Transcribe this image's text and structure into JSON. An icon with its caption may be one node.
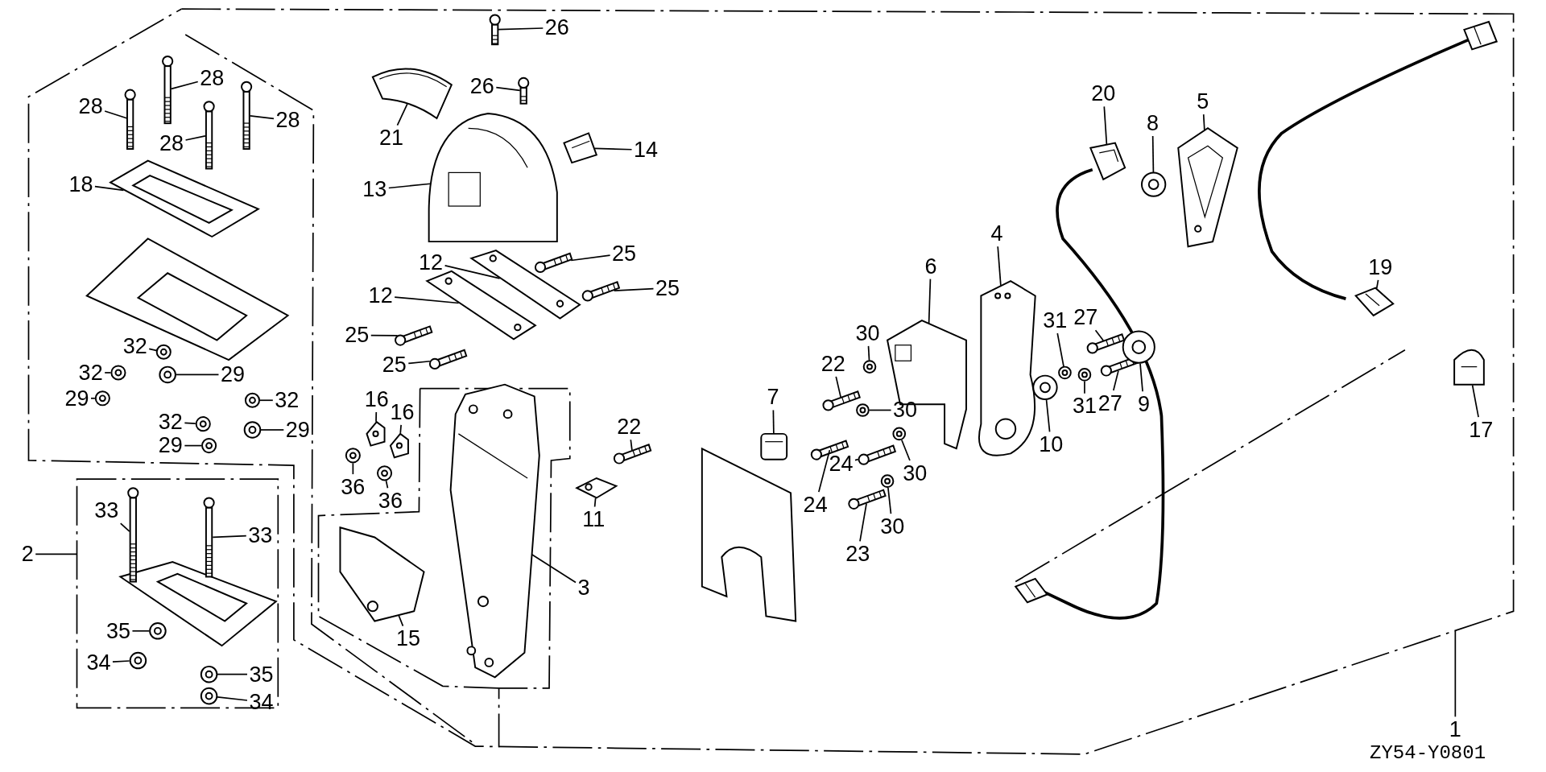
{
  "diagram": {
    "nodes": [
      {
        "text": [
          "26"
        ]
      },
      {
        "text": [
          "26"
        ]
      },
      {
        "text": [
          "28"
        ]
      },
      {
        "text": [
          "28"
        ]
      },
      {
        "text": [
          "28"
        ]
      },
      {
        "text": [
          "28"
        ]
      },
      {
        "text": [
          "21"
        ]
      },
      {
        "text": [
          "14"
        ]
      },
      {
        "text": [
          "20"
        ]
      },
      {
        "text": [
          "5"
        ]
      },
      {
        "text": [
          "8"
        ]
      },
      {
        "text": [
          "18"
        ]
      },
      {
        "text": [
          "13"
        ]
      },
      {
        "text": [
          "4"
        ]
      },
      {
        "text": [
          "12"
        ]
      },
      {
        "text": [
          "25"
        ]
      },
      {
        "text": [
          "6"
        ]
      },
      {
        "text": [
          "19"
        ]
      },
      {
        "text": [
          "25"
        ]
      },
      {
        "text": [
          "12"
        ]
      },
      {
        "text": [
          "30"
        ]
      },
      {
        "text": [
          "31"
        ]
      },
      {
        "text": [
          "27"
        ]
      },
      {
        "text": [
          "25"
        ]
      },
      {
        "text": [
          "32"
        ]
      },
      {
        "text": [
          "22"
        ]
      },
      {
        "text": [
          "25"
        ]
      },
      {
        "text": [
          "32"
        ]
      },
      {
        "text": [
          "29"
        ]
      },
      {
        "text": [
          "7"
        ]
      },
      {
        "text": [
          "29"
        ]
      },
      {
        "text": [
          "16"
        ]
      },
      {
        "text": [
          "32"
        ]
      },
      {
        "text": [
          "27"
        ]
      },
      {
        "text": [
          "31"
        ]
      },
      {
        "text": [
          "9"
        ]
      },
      {
        "text": [
          "30"
        ]
      },
      {
        "text": [
          "16"
        ]
      },
      {
        "text": [
          "32"
        ]
      },
      {
        "text": [
          "22"
        ]
      },
      {
        "text": [
          "29"
        ]
      },
      {
        "text": [
          "17"
        ]
      },
      {
        "text": [
          "10"
        ]
      },
      {
        "text": [
          "29"
        ]
      },
      {
        "text": [
          "24"
        ]
      },
      {
        "text": [
          "30"
        ]
      },
      {
        "text": [
          "36"
        ]
      },
      {
        "text": [
          "36"
        ]
      },
      {
        "text": [
          "24"
        ]
      },
      {
        "text": [
          "11"
        ]
      },
      {
        "text": [
          "33"
        ]
      },
      {
        "text": [
          "30"
        ]
      },
      {
        "text": [
          "2"
        ]
      },
      {
        "text": [
          "33"
        ]
      },
      {
        "text": [
          "23"
        ]
      },
      {
        "text": [
          "3"
        ]
      },
      {
        "text": [
          "35"
        ]
      },
      {
        "text": [
          "15"
        ]
      },
      {
        "text": [
          "34"
        ]
      },
      {
        "text": [
          "35"
        ]
      },
      {
        "text": [
          "34"
        ]
      },
      {
        "text": [
          "1"
        ]
      },
      {
        "text": [],
        "shape": "picture"
      },
      {
        "text": [],
        "shape": "picture"
      },
      {
        "text": [],
        "shape": "picture"
      },
      {
        "text": [],
        "shape": "picture"
      },
      {
        "text": [],
        "shape": "picture"
      },
      {
        "text": [],
        "shape": "picture"
      },
      {
        "text": [],
        "shape": "picture"
      },
      {
        "text": [],
        "shape": "picture"
      },
      {
        "text": [],
        "shape": "picture"
      },
      {
        "text": [],
        "shape": "picture"
      },
      {
        "text": [],
        "shape": "picture"
      },
      {
        "text": [],
        "shape": "picture"
      },
      {
        "text": [],
        "shape": "picture"
      },
      {
        "text": [],
        "shape": "picture"
      },
      {
        "text": [],
        "shape": "picture"
      },
      {
        "text": [],
        "shape": "picture"
      },
      {
        "text": [],
        "shape": "picture"
      },
      {
        "text": [],
        "shape": "picture"
      },
      {
        "text": [],
        "shape": "picture"
      },
      {
        "text": [],
        "shape": "picture"
      },
      {
        "text": [],
        "shape": "picture"
      },
      {
        "text": [],
        "shape": "picture"
      },
      {
        "text": [],
        "shape": "picture"
      },
      {
        "text": [],
        "shape": "picture"
      },
      {
        "text": [],
        "shape": "picture"
      },
      {
        "text": [],
        "shape": "picture"
      },
      {
        "text": [],
        "shape": "picture"
      },
      {
        "text": [],
        "shape": "picture"
      },
      {
        "text": [],
        "shape": "picture"
      },
      {
        "text": [],
        "shape": "picture"
      },
      {
        "text": [],
        "shape": "picture"
      },
      {
        "text": [],
        "shape": "picture"
      },
      {
        "text": [],
        "shape": "picture"
      },
      {
        "text": [],
        "shape": "picture"
      },
      {
        "text": [],
        "shape": "picture"
      },
      {
        "text": [],
        "shape": "picture"
      },
      {
        "text": [],
        "shape": "picture"
      },
      {
        "text": [],
        "shape": "picture"
      },
      {
        "text": [],
        "shape": "picture"
      },
      {
        "text": [],
        "shape": "picture"
      },
      {
        "text": [],
        "shape": "picture"
      },
      {
        "text": [],
        "shape": "picture"
      },
      {
        "text": [],
        "shape": "picture"
      },
      {
        "text": [],
        "shape": "picture"
      },
      {
        "text": [],
        "shape": "picture"
      },
      {
        "text": [],
        "shape": "picture"
      },
      {
        "text": [],
        "shape": "picture"
      },
      {
        "text": [],
        "shape": "picture"
      },
      {
        "text": [],
        "shape": "picture"
      },
      {
        "text": [],
        "shape": "picture"
      },
      {
        "text": [],
        "shape": "picture"
      },
      {
        "text": [],
        "shape": "picture"
      },
      {
        "text": [],
        "shape": "picture"
      },
      {
        "text": [],
        "shape": "picture"
      },
      {
        "text": [],
        "shape": "picture"
      },
      {
        "text": [],
        "shape": "picture"
      },
      {
        "text": [],
        "shape": "picture"
      },
      {
        "text": [],
        "shape": "picture"
      },
      {
        "text": [],
        "shape": "picture"
      },
      {
        "text": [],
        "shape": "picture"
      }
    ],
    "edges": [
      {
        "from": 0,
        "to": 62,
        "arrow": "none"
      },
      {
        "from": 1,
        "to": 63,
        "arrow": "none"
      },
      {
        "from": 2,
        "to": 64,
        "arrow": "none"
      },
      {
        "from": 3,
        "to": 65,
        "arrow": "none"
      },
      {
        "from": 4,
        "to": 66,
        "arrow": "none"
      },
      {
        "from": 5,
        "to": 67,
        "arrow": "none"
      },
      {
        "from": 6,
        "to": 68,
        "arrow": "none"
      },
      {
        "from": 7,
        "to": 69,
        "arrow": "none"
      },
      {
        "from": 8,
        "to": 70,
        "arrow": "none"
      },
      {
        "from": 9,
        "to": 71,
        "arrow": "none"
      },
      {
        "from": 10,
        "to": 72,
        "arrow": "none"
      },
      {
        "from": 11,
        "to": 73,
        "arrow": "none"
      },
      {
        "from": 12,
        "to": 74,
        "arrow": "none"
      },
      {
        "from": 13,
        "to": 75,
        "arrow": "none"
      },
      {
        "from": 14,
        "to": 76,
        "arrow": "none"
      },
      {
        "from": 15,
        "to": 77,
        "arrow": "none"
      },
      {
        "from": 16,
        "to": 78,
        "arrow": "none"
      },
      {
        "from": 17,
        "to": 79,
        "arrow": "none"
      },
      {
        "from": 18,
        "to": 80,
        "arrow": "none"
      },
      {
        "from": 19,
        "to": 81,
        "arrow": "none"
      },
      {
        "from": 20,
        "to": 82,
        "arrow": "none"
      },
      {
        "from": 21,
        "to": 83,
        "arrow": "none"
      },
      {
        "from": 22,
        "to": 84,
        "arrow": "none"
      },
      {
        "from": 23,
        "to": 85,
        "arrow": "none"
      },
      {
        "from": 24,
        "to": 86,
        "arrow": "none"
      },
      {
        "from": 25,
        "to": 87,
        "arrow": "none"
      },
      {
        "from": 26,
        "to": 88,
        "arrow": "none"
      },
      {
        "from": 27,
        "to": 89,
        "arrow": "none"
      },
      {
        "from": 28,
        "to": 90,
        "arrow": "none"
      },
      {
        "from": 29,
        "to": 91,
        "arrow": "none"
      },
      {
        "from": 30,
        "to": 92,
        "arrow": "none"
      },
      {
        "from": 31,
        "to": 93,
        "arrow": "none"
      },
      {
        "from": 32,
        "to": 94,
        "arrow": "none"
      },
      {
        "from": 33,
        "to": 95,
        "arrow": "none"
      },
      {
        "from": 34,
        "to": 96,
        "arrow": "none"
      },
      {
        "from": 35,
        "to": 97,
        "arrow": "none"
      },
      {
        "from": 36,
        "to": 98,
        "arrow": "none"
      },
      {
        "from": 37,
        "to": 99,
        "arrow": "none"
      },
      {
        "from": 38,
        "to": 100,
        "arrow": "none"
      },
      {
        "from": 39,
        "to": 101,
        "arrow": "none"
      },
      {
        "from": 40,
        "to": 102,
        "arrow": "none"
      },
      {
        "from": 41,
        "to": 103,
        "arrow": "none"
      },
      {
        "from": 42,
        "to": 104,
        "arrow": "none"
      },
      {
        "from": 43,
        "to": 105,
        "arrow": "none"
      },
      {
        "from": 44,
        "to": 106,
        "arrow": "none"
      },
      {
        "from": 45,
        "to": 107,
        "arrow": "none"
      },
      {
        "from": 46,
        "to": 108,
        "arrow": "none"
      },
      {
        "from": 47,
        "to": 109,
        "arrow": "none"
      },
      {
        "from": 48,
        "to": 110,
        "arrow": "none"
      },
      {
        "from": 49,
        "to": 111,
        "arrow": "none"
      },
      {
        "from": 50,
        "to": 112,
        "arrow": "none"
      },
      {
        "from": 51,
        "to": 113,
        "arrow": "none"
      },
      {
        "from": 52,
        "to": null,
        "arrow": "none"
      },
      {
        "from": 53,
        "to": 114,
        "arrow": "none"
      },
      {
        "from": 54,
        "to": 115,
        "arrow": "none"
      },
      {
        "from": 55,
        "to": 121,
        "arrow": "none"
      },
      {
        "from": 56,
        "to": 116,
        "arrow": "none"
      },
      {
        "from": 57,
        "to": 117,
        "arrow": "none"
      },
      {
        "from": 58,
        "to": 118,
        "arrow": "none"
      },
      {
        "from": 59,
        "to": 119,
        "arrow": "none"
      },
      {
        "from": 60,
        "to": 120,
        "arrow": "none"
      },
      {
        "from": 61,
        "to": null,
        "arrow": "none"
      }
    ],
    "labels": [
      "ZY54-Y0801"
    ]
  }
}
